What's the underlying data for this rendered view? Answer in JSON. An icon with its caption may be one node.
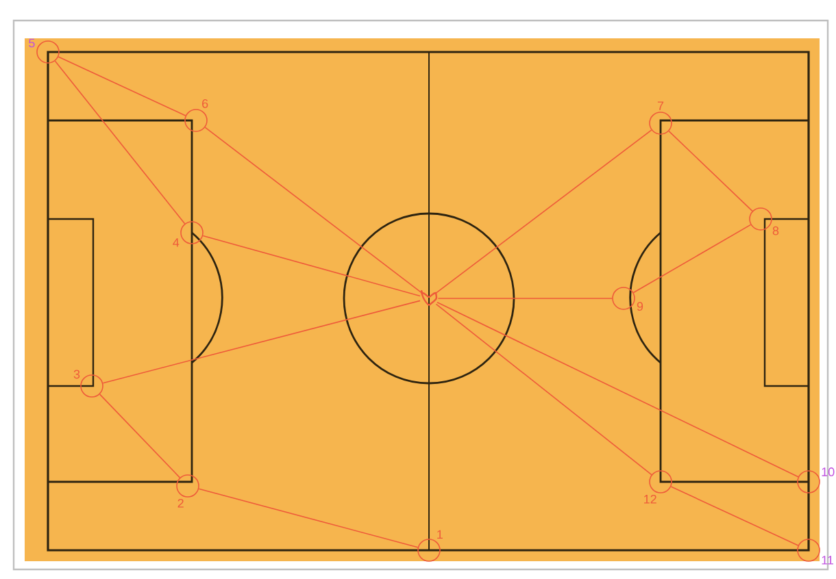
{
  "diagram": {
    "nodes": [
      {
        "text": [
          "5"
        ]
      },
      {
        "text": [
          "6"
        ]
      },
      {
        "text": [
          "4"
        ]
      },
      {
        "text": [
          "3"
        ]
      },
      {
        "text": [
          "2"
        ]
      },
      {
        "text": [
          "1"
        ]
      },
      {
        "text": [],
        "shape": "heart"
      },
      {
        "text": [
          "7"
        ]
      },
      {
        "text": [
          "8"
        ]
      },
      {
        "text": [
          "9"
        ]
      },
      {
        "text": [
          "12"
        ]
      },
      {
        "text": [
          "10"
        ]
      },
      {
        "text": [
          "11"
        ]
      }
    ],
    "edges": [
      {
        "from": 0,
        "to": 1,
        "arrow": "none"
      },
      {
        "from": 0,
        "to": 2,
        "arrow": "none"
      },
      {
        "from": 1,
        "to": 6,
        "arrow": "none"
      },
      {
        "from": 2,
        "to": 6,
        "arrow": "none"
      },
      {
        "from": 3,
        "to": 6,
        "arrow": "none"
      },
      {
        "from": 3,
        "to": 4,
        "arrow": "none"
      },
      {
        "from": 4,
        "to": 5,
        "arrow": "none"
      },
      {
        "from": 7,
        "to": 6,
        "arrow": "none"
      },
      {
        "from": 7,
        "to": 8,
        "arrow": "none"
      },
      {
        "from": 8,
        "to": 9,
        "arrow": "none"
      },
      {
        "from": 9,
        "to": 6,
        "arrow": "none"
      },
      {
        "from": 6,
        "to": 10,
        "arrow": "none"
      },
      {
        "from": 6,
        "to": 11,
        "arrow": "none"
      },
      {
        "from": 10,
        "to": 12,
        "arrow": "none"
      }
    ]
  }
}
